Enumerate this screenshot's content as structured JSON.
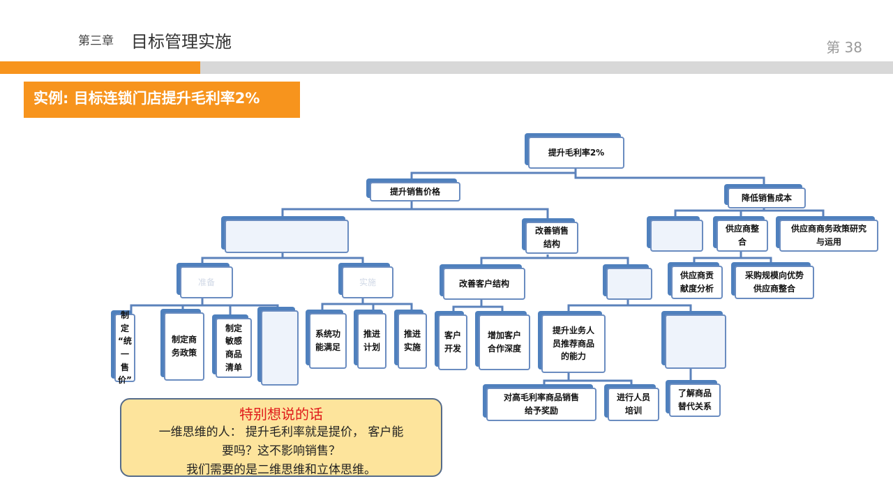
{
  "header": {
    "chapter": "第三章",
    "title": "目标管理实施",
    "page": "第 38"
  },
  "banner": "实例: 目标连锁门店提升毛利率2%",
  "diagram": {
    "root": "提升毛利率2%",
    "raise_price": "提升销售价格",
    "reduce_cost": "降低销售成本",
    "improve_structure": "改善销售\n结构",
    "prepare": "准备",
    "implement": "实施",
    "customer_structure": "改善客户结构",
    "supplier_consolidate": "供应商整\n合",
    "supplier_policy": "供应商商务政策研究\n与运用",
    "supplier_contribution": "供应商贡\n献度分析",
    "purchase_scale": "采购规模向优势\n供应商整合",
    "unified_price": "制定\n“统一\n售价”",
    "business_policy": "制定商\n务政策",
    "sensitive_list": "制定\n敏感\n商品\n清单",
    "system_support": "系统功\n能满足",
    "push_plan": "推进\n计划",
    "push_implement": "推进\n实施",
    "customer_dev": "客户\n开发",
    "deepen_coop": "增加客户\n合作深度",
    "sales_ability": "提升业务人\n员推荐商品\n的能力",
    "reward": "对高毛利率商品销售\n给予奖励",
    "training": "进行人员\n培训",
    "substitute": "了解商品\n替代关系"
  },
  "note": {
    "title": "特别想说的话",
    "body": "一维思维的人： 提升毛利率就是提价， 客户能\n要吗？这不影响销售？\n我们需要的是二维思维和立体思维。"
  }
}
